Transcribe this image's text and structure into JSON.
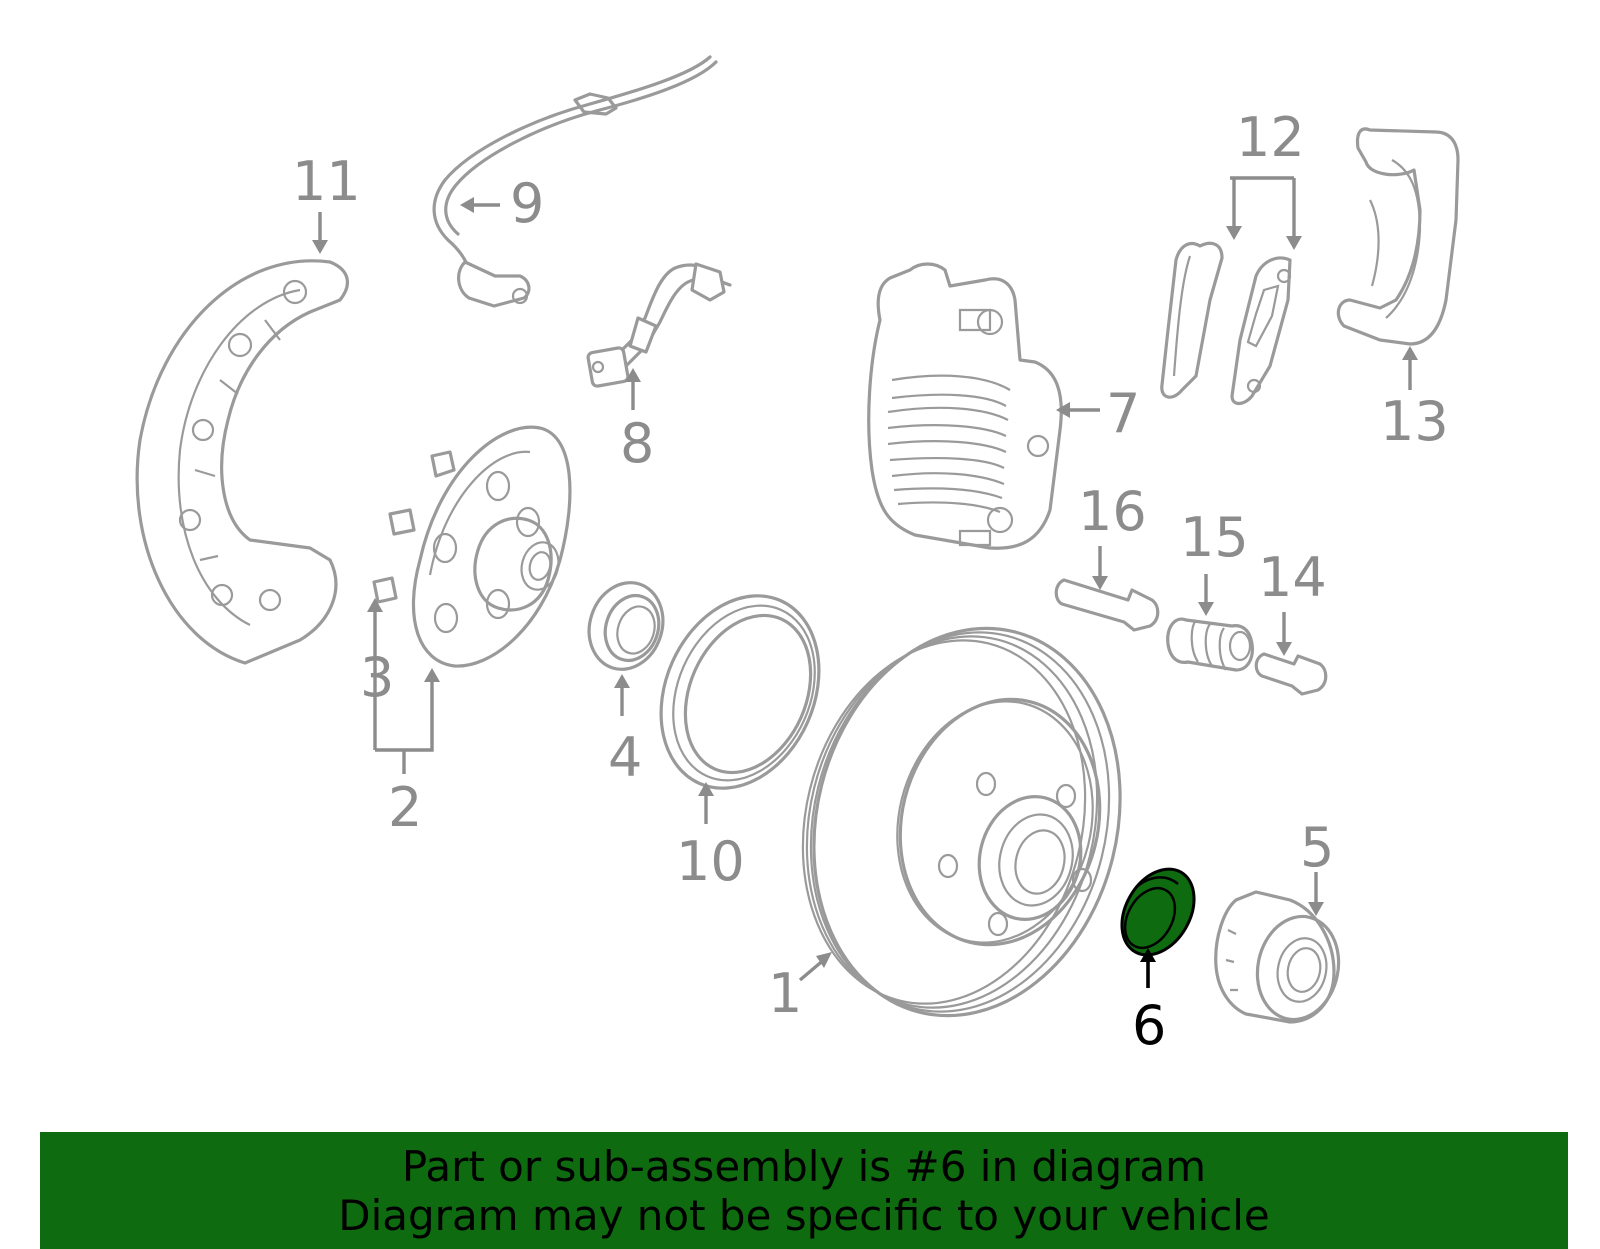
{
  "callouts": {
    "c1": "1",
    "c2": "2",
    "c3": "3",
    "c4": "4",
    "c5": "5",
    "c6": "6",
    "c7": "7",
    "c8": "8",
    "c9": "9",
    "c10": "10",
    "c11": "11",
    "c12": "12",
    "c13": "13",
    "c14": "14",
    "c15": "15",
    "c16": "16"
  },
  "highlighted_part": "6",
  "colors": {
    "highlight": "#0f6b0f",
    "part_line": "#9a9a9a",
    "callout": "#8c8c8c",
    "banner": "#0f6b0f"
  },
  "banner": {
    "line1": "Part or sub-assembly is #6 in diagram",
    "line2": "Diagram may not be specific to your vehicle"
  }
}
